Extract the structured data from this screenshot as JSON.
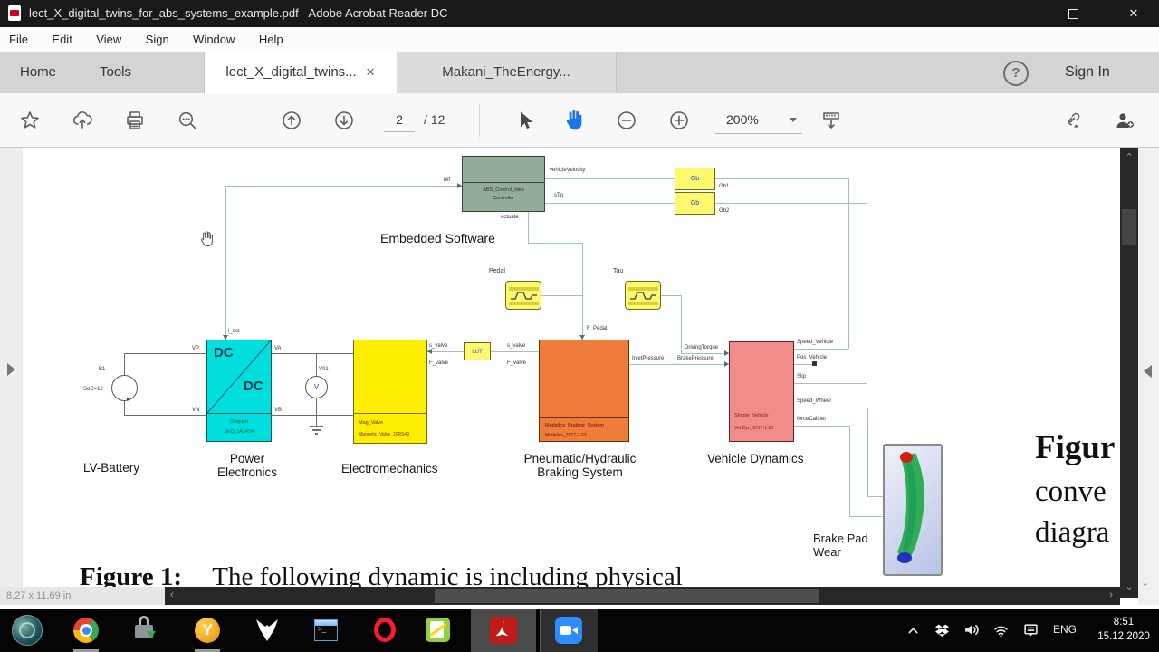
{
  "window": {
    "title": "lect_X_digital_twins_for_abs_systems_example.pdf - Adobe Acrobat Reader DC",
    "close_glyph": "✕",
    "minimize_glyph": "—"
  },
  "menu": {
    "items": [
      "File",
      "Edit",
      "View",
      "Sign",
      "Window",
      "Help"
    ]
  },
  "tab_bar": {
    "home": "Home",
    "tools": "Tools",
    "doc_tab_active": "lect_X_digital_twins...",
    "doc_tab_close": "✕",
    "doc_tab_inactive": "Makani_TheEnergy...",
    "help_glyph": "?",
    "sign_in": "Sign In"
  },
  "toolbar": {
    "page_current": "2",
    "page_total_display": "/ 12",
    "zoom_value": "200%"
  },
  "pdf": {
    "page_size_status": "8,27 x 11,69 in",
    "caption_bold": "Figure 1:",
    "caption_rest": "The following dynamic is including physical",
    "side_line1": "Figur",
    "side_line2": "conve",
    "side_line3": "diagra",
    "diagram": {
      "embedded_software": "Embedded Software",
      "controller_line1": "ABS_Control_Idea",
      "controller_line2": "Controller",
      "gb_text": "Gb",
      "gb1": "Gb1",
      "gb2": "Gb2",
      "ref": "ref",
      "i_act": "i_act",
      "actuate": "actuate",
      "vehicle_velocity": "vehicleVelocity",
      "stq": "sTq",
      "pedal": "Pedal",
      "tau": "Tau",
      "f_pedal": "F_Pedal",
      "dc": "DC",
      "chopper": "Chopper",
      "chopper_sub": "SixQ_1AZ4O4",
      "b1": "B1",
      "soc": "SoC=12",
      "vp": "VP",
      "vn": "VN",
      "va": "VA",
      "vb": "VB",
      "v01": "V01",
      "v_meter": "V",
      "mag_valve": "Mag_Valve",
      "mag_valve_sub": "Magnetic_Valve_20RS49",
      "lut": "LUT",
      "s_valve": "s_valve",
      "f_valve": "F_valve",
      "modelica": "Modelica_Braking_System",
      "modelica_sub": "Modelica_2017-1-23",
      "inlet_pressure": "InletPressure",
      "brake_pressure": "BrakePressure",
      "driving_torque": "DrivingTorque",
      "simple_vehicle": "Simple_Vehicle",
      "vehdyn": "VehDyn_2017-1-23",
      "speed_vehicle": "Speed_Vehicle",
      "pos_vehicle": "Pos_Vehicle",
      "slip": "Slip",
      "speed_wheel": "Speed_Wheel",
      "force_caliper": "forceCaliper",
      "labels": {
        "lv_battery": "LV-Battery",
        "power1": "Power",
        "power2": "Electronics",
        "electromech": "Electromechanics",
        "pneumatic1": "Pneumatic/Hydraulic",
        "pneumatic2": "Braking System",
        "vehicle_dynamics": "Vehicle Dynamics",
        "brake_pad1": "Brake Pad",
        "brake_pad2": "Wear"
      }
    }
  },
  "taskbar": {
    "tray_lang": "ENG",
    "tray_time": "8:51",
    "tray_date": "15.12.2020"
  },
  "colors": {
    "hand_tool_active": "#1b74e8",
    "wire_teal": "#9cc4b4",
    "controller_fill": "#94ad9a",
    "signal_yellow": "#fdf96e",
    "electromech_yellow": "#ffee00",
    "power_cyan": "#00dede",
    "braking_orange": "#f07c3c",
    "vehicle_pink": "#f08c8c"
  }
}
